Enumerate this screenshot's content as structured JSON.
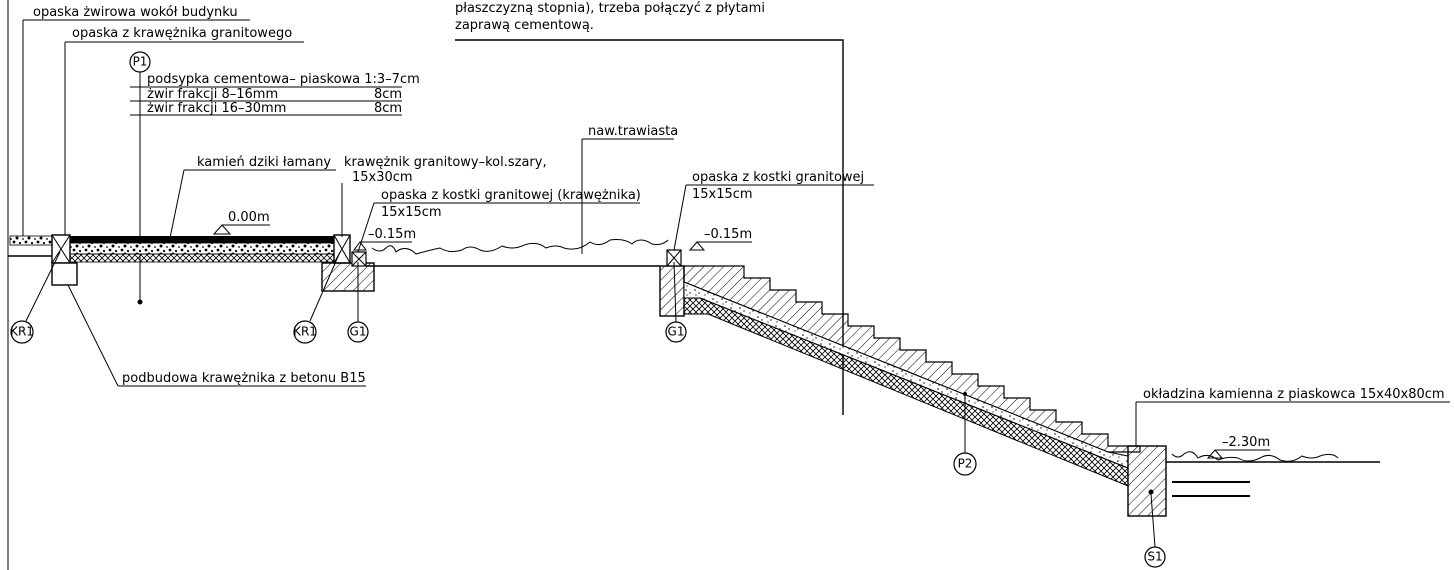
{
  "notes": {
    "top_note_line1": "płaszczyzną stopnia),   trzeba połączyć z płytami",
    "top_note_line2": "zaprawą cementową."
  },
  "labels": {
    "opaska_zwirowa": "opaska żwirowa wokół budynku",
    "opaska_krawez_granit": "opaska z krawężnika granitowego",
    "podsypka": "podsypka cementowa– piaskowa 1:3–7cm",
    "zwir_8_16": "żwir frakcji 8–16mm",
    "zwir_8_16_val": "8cm",
    "zwir_16_30": "żwir frakcji 16–30mm",
    "zwir_16_30_val": "8cm",
    "kamien": "kamień dziki łamany",
    "krawez_granitowy": "krawężnik granitowy–kol.szary,",
    "krawez_dim": "15x30cm",
    "opaska_kostki_kraw": "opaska z kostki granitowej (krawężnika)",
    "opaska_kostki_kraw_dim": "15x15cm",
    "naw_trawiasta": "naw.trawiasta",
    "opaska_kostki": "opaska z kostki granitowej",
    "opaska_kostki_dim": "15x15cm",
    "podbudowa": "podbudowa krawężnika z betonu B15",
    "okladzina": "okładzina kamienna z  piaskowca 15x40x80cm",
    "level_000": "0.00m",
    "level_015_a": "–0.15m",
    "level_015_b": "–0.15m",
    "level_230": "–2.30m"
  },
  "tags": {
    "p1": "P1",
    "kr1_a": "KR1",
    "kr1_b": "KR1",
    "g1_a": "G1",
    "g1_b": "G1",
    "p2": "P2",
    "s1": "S1"
  }
}
